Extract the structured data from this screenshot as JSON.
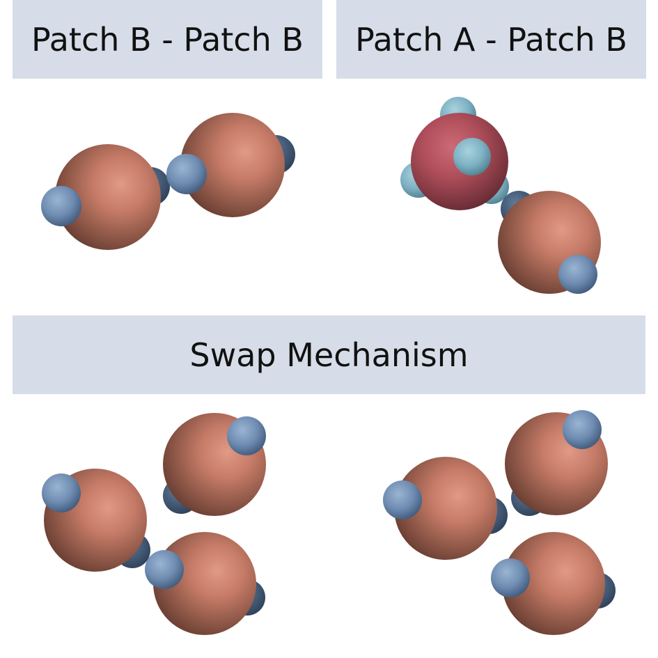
{
  "titles": {
    "bb": "Patch B - Patch B",
    "ab": "Patch A - Patch B",
    "swap": "Swap Mechanism"
  },
  "colors": {
    "banner_bg": "#d6dde8",
    "particle_b": "#c47a66",
    "particle_a": "#b5505c",
    "patch_b": "#6f8db2",
    "patch_a": "#7fb2c4"
  }
}
